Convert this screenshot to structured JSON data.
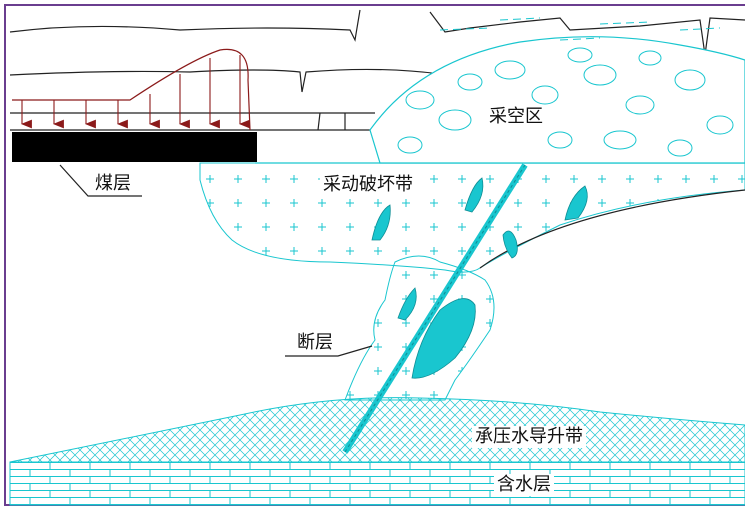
{
  "labels": {
    "goaf": "采空区",
    "coal_seam": "煤层",
    "mining_fracture_zone": "采动破坏带",
    "fault": "断层",
    "confined_water_rise_zone": "承压水导升带",
    "aquifer": "含水层"
  },
  "colors": {
    "frame": "#6a3d8f",
    "cyan": "#19c6cf",
    "coal": "#000000",
    "load_line": "#8b1a1a",
    "strata": "#222222"
  }
}
